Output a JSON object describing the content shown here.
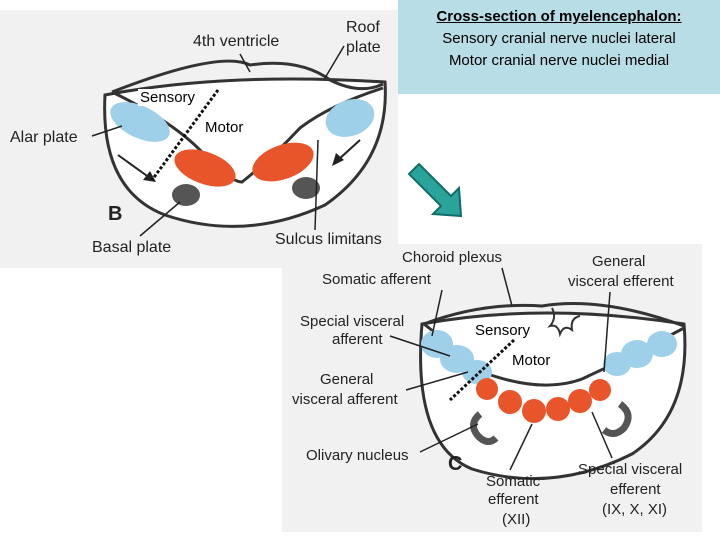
{
  "caption": {
    "title": "Cross-section of myelencephalon:",
    "line1": "Sensory cranial nerve nuclei lateral",
    "line2": "Motor cranial nerve nuclei medial"
  },
  "figure_b": {
    "panel_letter": "B",
    "labels": {
      "fourth_ventricle": "4th ventricle",
      "roof_plate_1": "Roof",
      "roof_plate_2": "plate",
      "alar_plate": "Alar plate",
      "basal_plate": "Basal plate",
      "sulcus_limitans": "Sulcus limitans"
    },
    "overlay": {
      "sensory": "Sensory",
      "motor": "Motor"
    }
  },
  "figure_c": {
    "panel_letter": "C",
    "labels": {
      "choroid_plexus": "Choroid plexus",
      "general_visceral_efferent_1": "General",
      "general_visceral_efferent_2": "visceral efferent",
      "somatic_afferent": "Somatic afferent",
      "special_visceral_afferent_1": "Special visceral",
      "special_visceral_afferent_2": "afferent",
      "general_visceral_afferent_1": "General",
      "general_visceral_afferent_2": "visceral afferent",
      "olivary_nucleus": "Olivary nucleus",
      "somatic_efferent_1": "Somatic",
      "somatic_efferent_2": "efferent",
      "somatic_efferent_3": "(XII)",
      "special_visceral_efferent_1": "Special visceral",
      "special_visceral_efferent_2": "efferent",
      "special_visceral_efferent_3": "(IX, X, XI)"
    },
    "overlay": {
      "sensory": "Sensory",
      "motor": "Motor"
    }
  },
  "colors": {
    "caption_bg": "#b8dde6",
    "figure_bg": "#f1f1f1",
    "sensory_blue": "#9fd0ea",
    "motor_red": "#e8552a",
    "olivary_gray": "#555555",
    "arrow_teal": "#2aa39b"
  }
}
